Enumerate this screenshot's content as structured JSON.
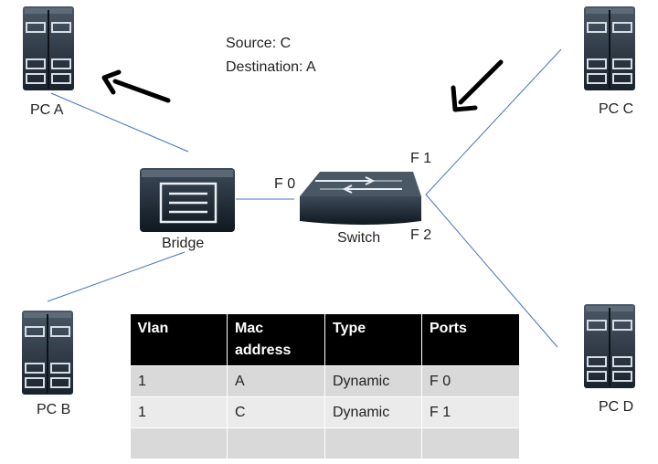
{
  "nodes": {
    "pc_a": "PC A",
    "pc_b": "PC B",
    "pc_c": "PC C",
    "pc_d": "PC D",
    "bridge": "Bridge",
    "switch": "Switch"
  },
  "ports": {
    "f0": "F 0",
    "f1": "F 1",
    "f2": "F 2"
  },
  "frame": {
    "source": "Source: C",
    "destination": "Destination: A"
  },
  "mac_table": {
    "headers": [
      "Vlan",
      "Mac address",
      "Type",
      "Ports"
    ],
    "rows": [
      [
        "1",
        "A",
        "Dynamic",
        "F 0"
      ],
      [
        "1",
        "C",
        "Dynamic",
        "F 1"
      ],
      [
        "",
        "",
        "",
        ""
      ]
    ]
  },
  "colors": {
    "link": "#4472c4",
    "device_dark": "#1e2a36",
    "table_header": "#000000"
  }
}
